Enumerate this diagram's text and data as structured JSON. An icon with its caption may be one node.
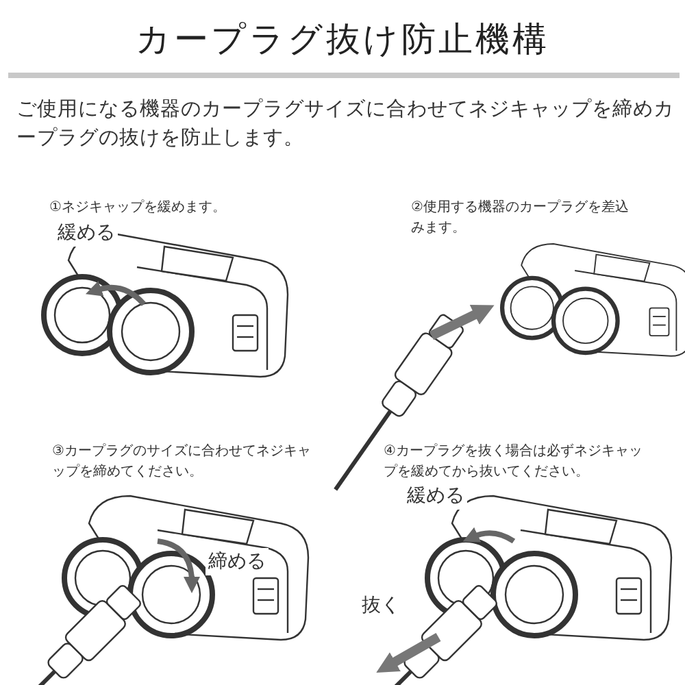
{
  "diagram": {
    "title": "カープラグ抜け防止機構",
    "labels": [
      "ご使用になる機器のカープラグサイズに合わせてネジキャップを締めカープラグの抜けを防止します。",
      "①ネジキャップを緩めます。",
      "②使用する機器のカープラグを差込みます。",
      "緩める",
      "③カープラグのサイズに合わせてネジキャップを締めてください。",
      "④カープラグを抜く場合は必ずネジキャップを緩めてから抜いてください。",
      "締める",
      "緩める",
      "抜く"
    ]
  }
}
